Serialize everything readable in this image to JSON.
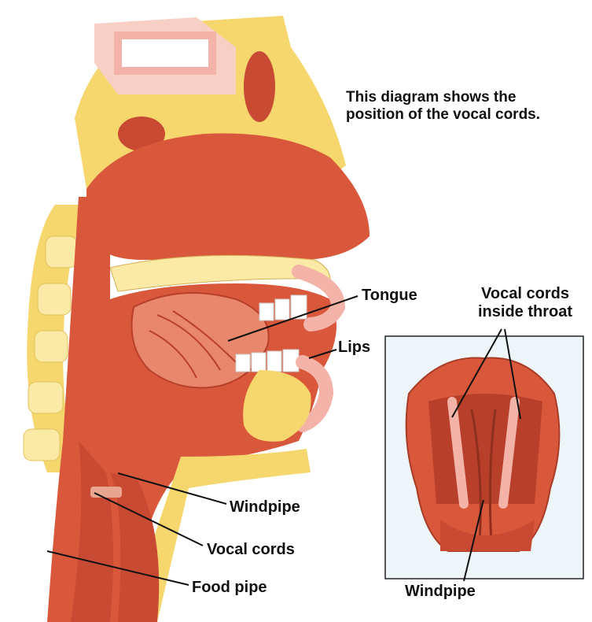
{
  "caption": {
    "line1": "This diagram shows the",
    "line2": "position of the vocal cords."
  },
  "labels": {
    "tongue": "Tongue",
    "vocal_cords_inside_throat_line1": "Vocal cords",
    "vocal_cords_inside_throat_line2": "inside throat",
    "lips": "Lips",
    "windpipe": "Windpipe",
    "vocal_cords": "Vocal cords",
    "food_pipe": "Food pipe",
    "inset_windpipe": "Windpipe"
  },
  "colors": {
    "flesh": "#d9573a",
    "flesh_dark": "#b8402a",
    "flesh_light": "#e8876c",
    "pink": "#f4b3a8",
    "bone": "#f5d76e",
    "bone_light": "#fbe9a6",
    "bone_dot": "#c9a14a",
    "inset_bg": "#eef5f8",
    "text": "#111111"
  }
}
